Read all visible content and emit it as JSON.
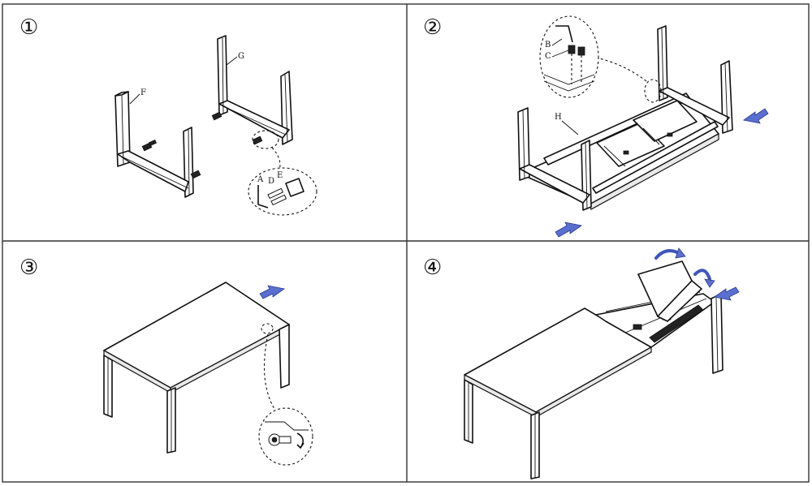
{
  "steps": [
    {
      "number": "①",
      "labels": {
        "leg_frame_f": "F",
        "leg_frame_g": "G",
        "allen_key": "A",
        "bolt": "D",
        "bracket": "E"
      }
    },
    {
      "number": "②",
      "labels": {
        "allen_key": "B",
        "screw": "C",
        "rail": "H"
      }
    },
    {
      "number": "③"
    },
    {
      "number": "④"
    }
  ],
  "colors": {
    "arrow": "#5a6fd1",
    "frame": "#333333",
    "ink": "#111111"
  }
}
